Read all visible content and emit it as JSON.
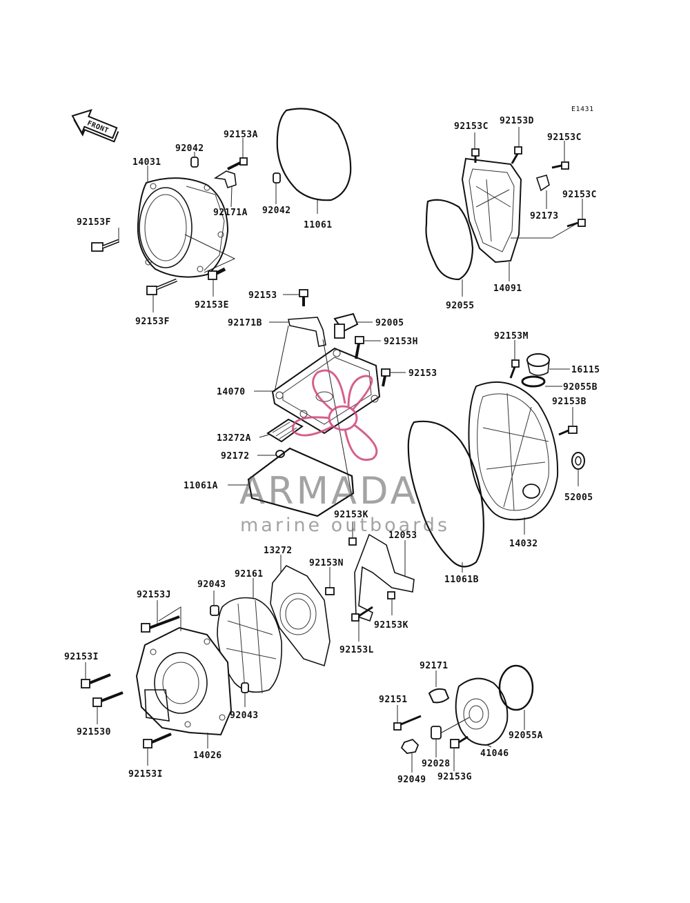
{
  "diagram_id": "E1431",
  "front_label": "FRONT",
  "watermark": {
    "title": "ARMADA",
    "subtitle": "marine outboards",
    "accent_color": "#d0457a",
    "text_color": "#3a3a3a"
  },
  "labels": [
    {
      "key": "p92153A",
      "text": "92153A"
    },
    {
      "key": "p92042a",
      "text": "92042"
    },
    {
      "key": "p14031",
      "text": "14031"
    },
    {
      "key": "p92171A",
      "text": "92171A"
    },
    {
      "key": "p92042b",
      "text": "92042"
    },
    {
      "key": "p11061",
      "text": "11061"
    },
    {
      "key": "p92153Fa",
      "text": "92153F"
    },
    {
      "key": "p92153E",
      "text": "92153E"
    },
    {
      "key": "p92153Fb",
      "text": "92153F"
    },
    {
      "key": "p92153Ca",
      "text": "92153C"
    },
    {
      "key": "p92153D",
      "text": "92153D"
    },
    {
      "key": "p92153Cb",
      "text": "92153C"
    },
    {
      "key": "p92153Cc",
      "text": "92153C"
    },
    {
      "key": "p92173",
      "text": "92173"
    },
    {
      "key": "p14091",
      "text": "14091"
    },
    {
      "key": "p92055",
      "text": "92055"
    },
    {
      "key": "p92153a",
      "text": "92153"
    },
    {
      "key": "p92171B",
      "text": "92171B"
    },
    {
      "key": "p92005",
      "text": "92005"
    },
    {
      "key": "p92153H",
      "text": "92153H"
    },
    {
      "key": "p92153b",
      "text": "92153"
    },
    {
      "key": "p14070",
      "text": "14070"
    },
    {
      "key": "p13272A",
      "text": "13272A"
    },
    {
      "key": "p92172",
      "text": "92172"
    },
    {
      "key": "p11061A",
      "text": "11061A"
    },
    {
      "key": "p92153M",
      "text": "92153M"
    },
    {
      "key": "p16115",
      "text": "16115"
    },
    {
      "key": "p92055B",
      "text": "92055B"
    },
    {
      "key": "p92153B",
      "text": "92153B"
    },
    {
      "key": "p52005",
      "text": "52005"
    },
    {
      "key": "p14032",
      "text": "14032"
    },
    {
      "key": "p92153K_a",
      "text": "92153K"
    },
    {
      "key": "p12053",
      "text": "12053"
    },
    {
      "key": "p11061B",
      "text": "11061B"
    },
    {
      "key": "p13272",
      "text": "13272"
    },
    {
      "key": "p92153N",
      "text": "92153N"
    },
    {
      "key": "p92161",
      "text": "92161"
    },
    {
      "key": "p92043a",
      "text": "92043"
    },
    {
      "key": "p92153J",
      "text": "92153J"
    },
    {
      "key": "p92153K_b",
      "text": "92153K"
    },
    {
      "key": "p92153L",
      "text": "92153L"
    },
    {
      "key": "p92153Ia",
      "text": "92153I"
    },
    {
      "key": "p92153O",
      "text": "921530"
    },
    {
      "key": "p92043b",
      "text": "92043"
    },
    {
      "key": "p14026",
      "text": "14026"
    },
    {
      "key": "p92153Ib",
      "text": "92153I"
    },
    {
      "key": "p92171",
      "text": "92171"
    },
    {
      "key": "p92151",
      "text": "92151"
    },
    {
      "key": "p92055A",
      "text": "92055A"
    },
    {
      "key": "p41046",
      "text": "41046"
    },
    {
      "key": "p92028",
      "text": "92028"
    },
    {
      "key": "p92049",
      "text": "92049"
    },
    {
      "key": "p92153G",
      "text": "92153G"
    }
  ]
}
